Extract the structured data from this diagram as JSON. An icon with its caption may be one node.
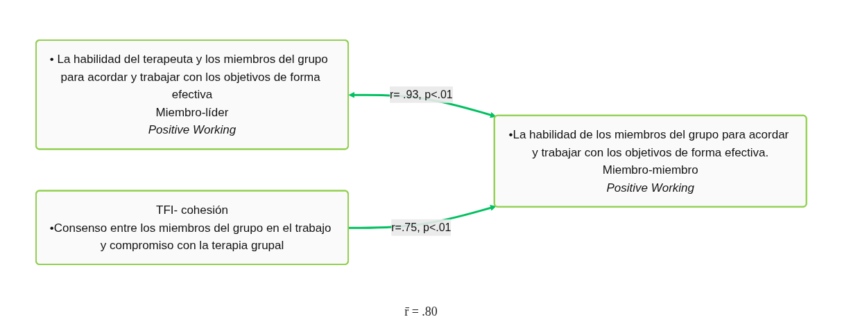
{
  "diagram": {
    "nodes": [
      {
        "text": [
          "• La habilidad del terapeuta y los miembros del grupo  para acordar y trabajar con los objetivos de forma efectiva",
          "Miembro-líder",
          "Positive Working"
        ]
      },
      {
        "text": [
          "•La habilidad de los miembros del grupo para acordar y trabajar con los objetivos de forma efectiva.",
          "Miembro-miembro",
          "Positive Working"
        ]
      },
      {
        "text": [
          "TFI- cohesión",
          "•Consenso entre los miembros del grupo en el trabajo y compromiso con la terapia grupal"
        ]
      }
    ],
    "edges": [
      {
        "from": 0,
        "to": 1,
        "arrow": "both",
        "label": "r= .93, p<.01"
      },
      {
        "from": 2,
        "to": 1,
        "arrow": "to",
        "label": "r=.75, p<.01"
      }
    ],
    "labels": [
      "r̄ = .80"
    ]
  }
}
